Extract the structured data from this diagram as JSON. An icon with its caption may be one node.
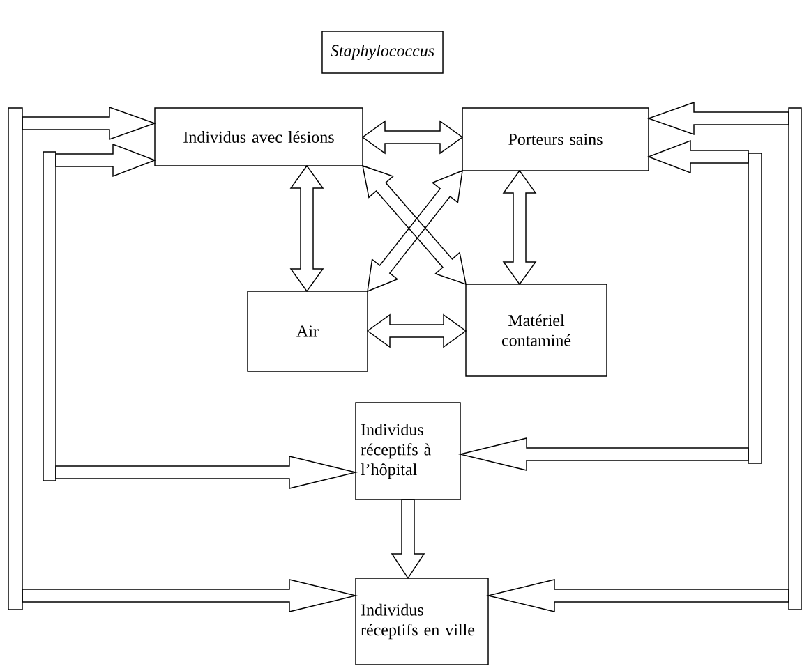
{
  "diagram": {
    "nodes": [
      {
        "text": [
          "Staphylococcus"
        ]
      },
      {
        "text": [
          "Individus avec lésions"
        ]
      },
      {
        "text": [
          "Porteurs sains"
        ]
      },
      {
        "text": [
          "Air"
        ]
      },
      {
        "text": [
          "Matériel contaminé"
        ]
      },
      {
        "text": [
          "Individus réceptifs à l’hôpital"
        ]
      },
      {
        "text": [
          "Individus réceptifs en ville"
        ]
      },
      {
        "text": [],
        "shape": "bar"
      },
      {
        "text": [],
        "shape": "bar"
      },
      {
        "text": [],
        "shape": "bar"
      },
      {
        "text": [],
        "shape": "bar"
      }
    ],
    "edges": [
      {
        "from": 1,
        "to": 2,
        "arrow": "both"
      },
      {
        "from": 1,
        "to": 3,
        "arrow": "both"
      },
      {
        "from": 2,
        "to": 4,
        "arrow": "both"
      },
      {
        "from": 1,
        "to": 4,
        "arrow": "both"
      },
      {
        "from": 2,
        "to": 3,
        "arrow": "both"
      },
      {
        "from": 3,
        "to": 4,
        "arrow": "both"
      },
      {
        "from": 5,
        "to": 6,
        "arrow": "to"
      },
      {
        "from": 7,
        "to": 1,
        "arrow": "to"
      },
      {
        "from": 7,
        "to": 6,
        "arrow": "to"
      },
      {
        "from": 8,
        "to": 1,
        "arrow": "to"
      },
      {
        "from": 8,
        "to": 5,
        "arrow": "to"
      },
      {
        "from": 9,
        "to": 2,
        "arrow": "to"
      },
      {
        "from": 9,
        "to": 5,
        "arrow": "to"
      },
      {
        "from": 10,
        "to": 2,
        "arrow": "to"
      },
      {
        "from": 10,
        "to": 6,
        "arrow": "to"
      }
    ]
  }
}
